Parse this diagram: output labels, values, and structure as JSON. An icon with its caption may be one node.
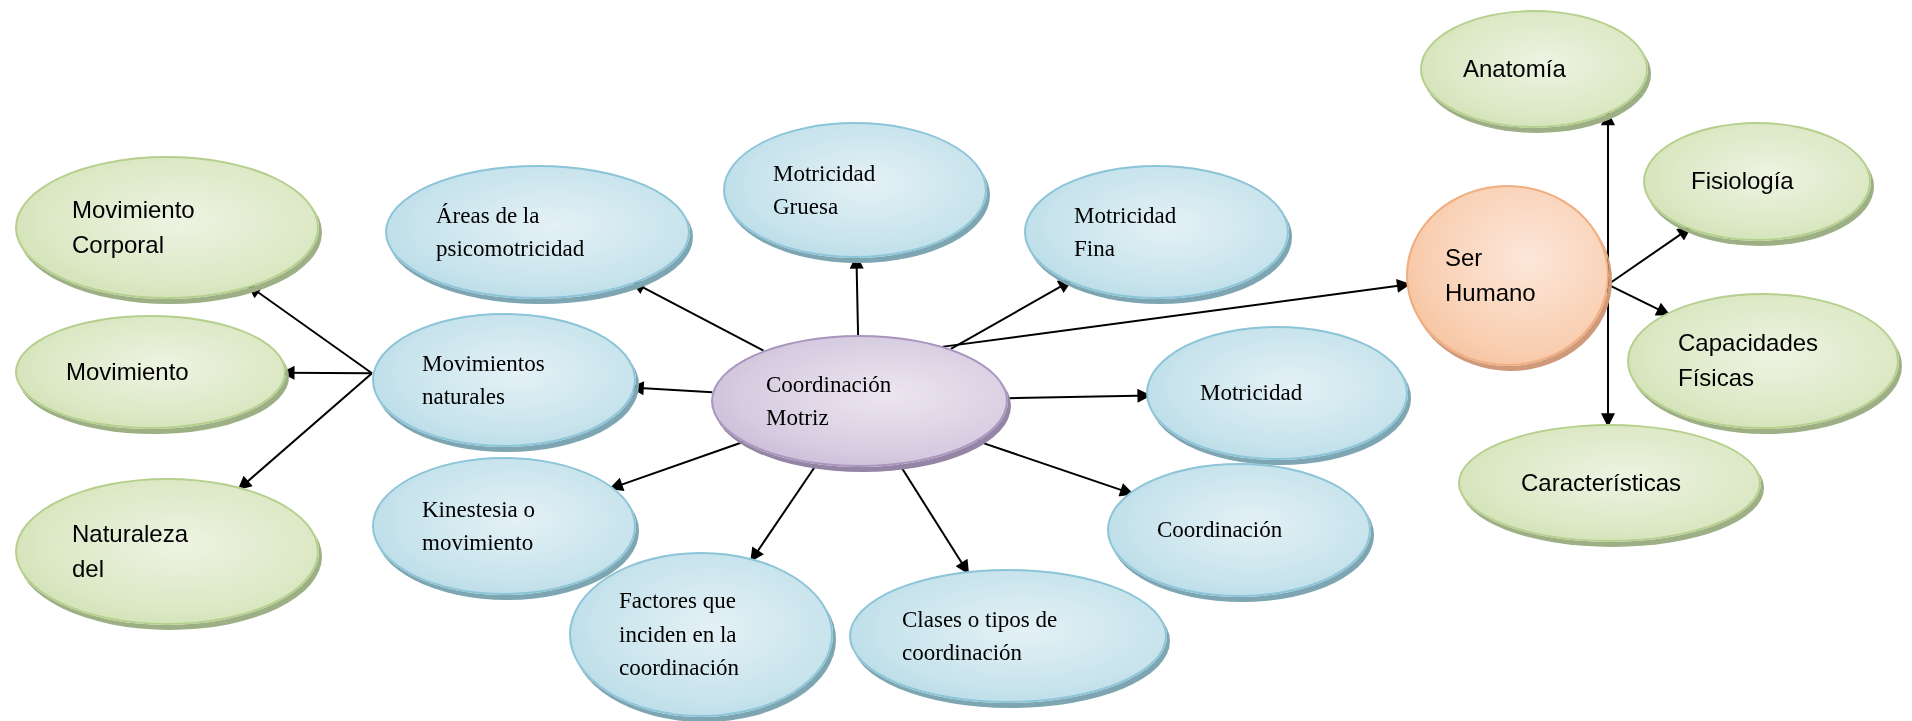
{
  "diagram": {
    "nodes": [
      {
        "text": [
          "Coordinación Motriz"
        ]
      },
      {
        "text": [
          "Áreas de la psicomotricidad"
        ]
      },
      {
        "text": [
          "Motricidad Gruesa"
        ]
      },
      {
        "text": [
          "Motricidad Fina"
        ]
      },
      {
        "text": [
          "Motricidad"
        ]
      },
      {
        "text": [
          "Coordinación"
        ]
      },
      {
        "text": [
          "Clases o tipos de coordinación"
        ]
      },
      {
        "text": [
          "Factores que inciden en la coordinación"
        ]
      },
      {
        "text": [
          "Kinestesia o movimiento"
        ]
      },
      {
        "text": [
          "Movimientos naturales"
        ]
      },
      {
        "text": [
          "Movimiento Corporal"
        ]
      },
      {
        "text": [
          "Movimiento"
        ]
      },
      {
        "text": [
          "Naturaleza del"
        ]
      },
      {
        "text": [
          "Ser Humano"
        ]
      },
      {
        "text": [
          "Anatomía"
        ]
      },
      {
        "text": [
          "Fisiología"
        ]
      },
      {
        "text": [
          "Capacidades Físicas"
        ]
      },
      {
        "text": [
          "Características"
        ]
      }
    ],
    "edges": [
      {
        "from": 0,
        "to": 1,
        "arrow": "to"
      },
      {
        "from": 0,
        "to": 2,
        "arrow": "to"
      },
      {
        "from": 0,
        "to": 3,
        "arrow": "to"
      },
      {
        "from": 0,
        "to": 13,
        "arrow": "to"
      },
      {
        "from": 0,
        "to": 4,
        "arrow": "to"
      },
      {
        "from": 0,
        "to": 5,
        "arrow": "to"
      },
      {
        "from": 0,
        "to": 6,
        "arrow": "to"
      },
      {
        "from": 0,
        "to": 7,
        "arrow": "to"
      },
      {
        "from": 0,
        "to": 8,
        "arrow": "to"
      },
      {
        "from": 0,
        "to": 9,
        "arrow": "to"
      },
      {
        "from": 9,
        "to": 10,
        "arrow": "to"
      },
      {
        "from": 9,
        "to": 11,
        "arrow": "to"
      },
      {
        "from": 9,
        "to": 12,
        "arrow": "to"
      },
      {
        "from": 13,
        "to": 14,
        "arrow": "to"
      },
      {
        "from": 13,
        "to": 15,
        "arrow": "to"
      },
      {
        "from": 13,
        "to": 16,
        "arrow": "to"
      },
      {
        "from": 13,
        "to": 17,
        "arrow": "to"
      }
    ]
  }
}
